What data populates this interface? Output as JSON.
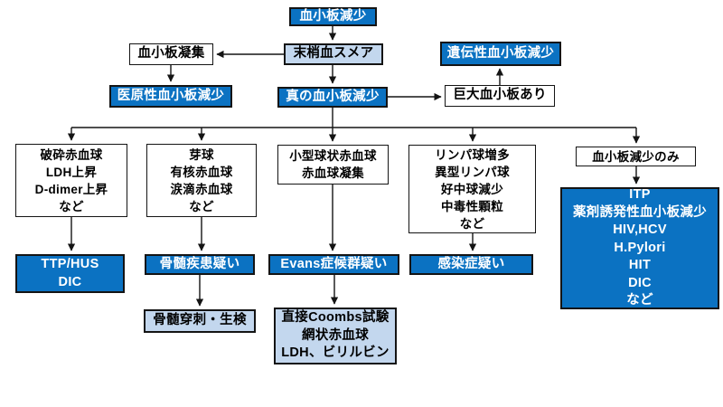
{
  "colors": {
    "node_blue": "#0b72c2",
    "node_light_blue": "#c3d7ee",
    "border_color": "#141414",
    "text_on_blue": "#ffffff",
    "arrow_color": "#141414",
    "canvas_bg": "#ffffff"
  },
  "flowchart": {
    "nodes": {
      "platelet_decrease": {
        "label": "血小板減少",
        "style": "blue"
      },
      "peripheral_smear": {
        "label": "末梢血スメア",
        "style": "light"
      },
      "platelet_aggregation": {
        "label": "血小板凝集",
        "style": "white"
      },
      "iatrogenic_thrombocytopenia": {
        "label": "医原性血小板減少",
        "style": "blue"
      },
      "true_thrombocytopenia": {
        "label": "真の血小板減少",
        "style": "blue"
      },
      "hereditary_thrombocytopenia": {
        "label": "遺伝性血小板減少",
        "style": "blue"
      },
      "giant_platelets": {
        "label": "巨大血小板あり",
        "style": "white"
      },
      "schistocytes_findings": {
        "label": "破砕赤血球\nLDH上昇\nD-dimer上昇\nなど",
        "style": "white"
      },
      "blasts_findings": {
        "label": "芽球\n有核赤血球\n涙滴赤血球\nなど",
        "style": "white"
      },
      "spherocytes_findings": {
        "label": "小型球状赤血球\n赤血球凝集",
        "style": "white"
      },
      "lymphocytosis_findings": {
        "label": "リンパ球増多\n異型リンパ球\n好中球減少\n中毒性顆粒\nなど",
        "style": "white"
      },
      "isolated_thrombocytopenia": {
        "label": "血小板減少のみ",
        "style": "white"
      },
      "ttp_hus_dic": {
        "label": "TTP/HUS\nDIC",
        "style": "blue"
      },
      "marrow_disease_suspected": {
        "label": "骨髄疾患疑い",
        "style": "blue"
      },
      "evans_syndrome_suspected": {
        "label": "Evans症候群疑い",
        "style": "blue"
      },
      "infection_suspected": {
        "label": "感染症疑い",
        "style": "blue"
      },
      "marrow_aspiration_biopsy": {
        "label": "骨髄穿刺・生検",
        "style": "light"
      },
      "coombs_workup": {
        "label": "直接Coombs試験\n網状赤血球\nLDH、ビリルビン",
        "style": "light"
      },
      "final_differentials": {
        "label": "ITP\n薬剤誘発性血小板減少\nHIV,HCV\nH.Pylori\nHIT\nDIC\nなど",
        "style": "blue"
      }
    }
  }
}
